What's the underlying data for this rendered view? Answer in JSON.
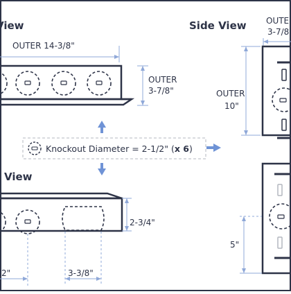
{
  "labels": {
    "top_view_title": "View",
    "side_view_title": "Side View",
    "bottom_view_title": "View",
    "outer_width": "OUTER 14-3/8\"",
    "outer_depth_line1": "OUTER",
    "outer_depth_line2": "3-7/8\"",
    "side_outer_height_line1": "OUTER",
    "side_outer_height_line2": "10\"",
    "side_outer_top_line1": "OUTE",
    "side_outer_top_line2": "3-7/8",
    "knockout_text": "Knockout Diameter = 2-1/2\" (",
    "knockout_count": "x 6",
    "knockout_close": ")",
    "bottom_height": "2-3/4\"",
    "bottom_left_dim": "/2\"",
    "bottom_width": "3-3/8\"",
    "side_lower_height": "5\""
  },
  "colors": {
    "outline": "#2d3347",
    "dimension": "#8fa8d8",
    "arrow": "#6f93d6",
    "knockout_box": "#b3b7bf"
  }
}
